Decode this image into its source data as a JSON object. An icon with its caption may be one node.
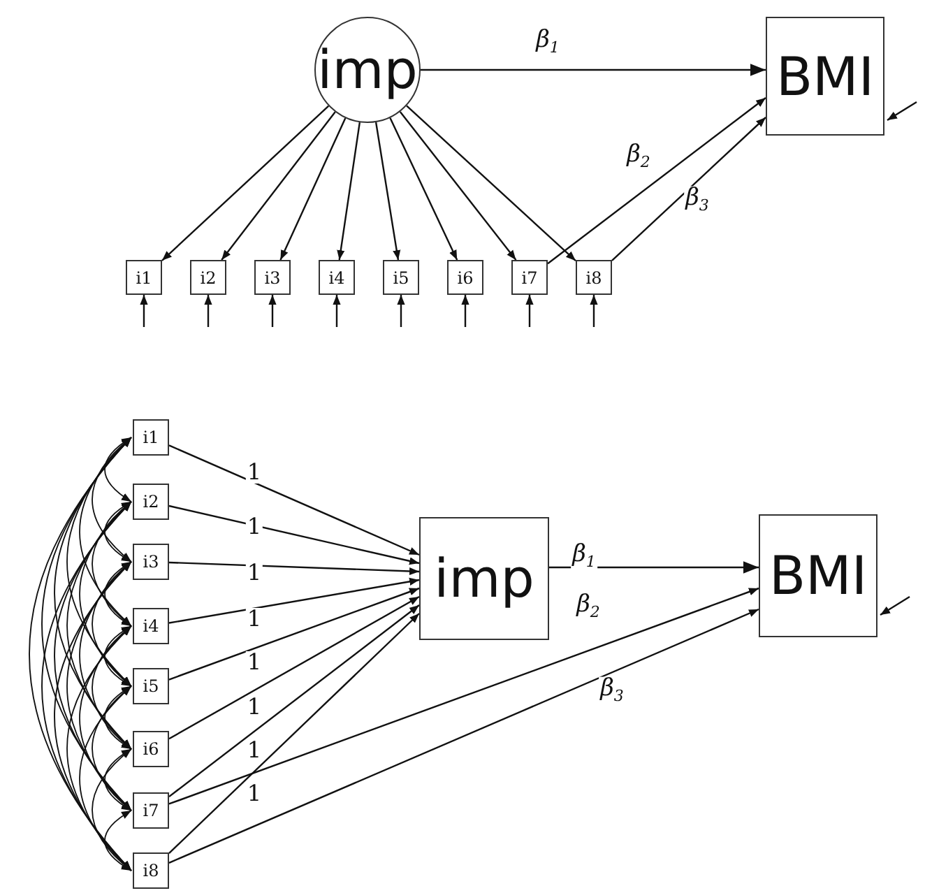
{
  "diagram": {
    "nodes": [
      {
        "text": [
          "imp"
        ]
      },
      {
        "text": [
          "BMI"
        ]
      },
      {
        "text": [
          "i1"
        ]
      },
      {
        "text": [
          "i2"
        ]
      },
      {
        "text": [
          "i3"
        ]
      },
      {
        "text": [
          "i4"
        ]
      },
      {
        "text": [
          "i5"
        ]
      },
      {
        "text": [
          "i6"
        ]
      },
      {
        "text": [
          "i7"
        ]
      },
      {
        "text": [
          "i8"
        ]
      },
      {
        "text": [
          "i1"
        ]
      },
      {
        "text": [
          "i2"
        ]
      },
      {
        "text": [
          "i3"
        ]
      },
      {
        "text": [
          "i4"
        ]
      },
      {
        "text": [
          "i5"
        ]
      },
      {
        "text": [
          "i6"
        ]
      },
      {
        "text": [
          "i7"
        ]
      },
      {
        "text": [
          "i8"
        ]
      },
      {
        "text": [
          "imp"
        ]
      },
      {
        "text": [
          "BMI"
        ]
      }
    ],
    "edges": [
      {
        "from": 0,
        "to": 1,
        "arrow": "to",
        "label": "β$_{1}$"
      },
      {
        "from": 0,
        "to": 2,
        "arrow": "to"
      },
      {
        "from": 0,
        "to": 3,
        "arrow": "to"
      },
      {
        "from": 0,
        "to": 4,
        "arrow": "to"
      },
      {
        "from": 0,
        "to": 5,
        "arrow": "to"
      },
      {
        "from": 0,
        "to": 6,
        "arrow": "to"
      },
      {
        "from": 0,
        "to": 7,
        "arrow": "to"
      },
      {
        "from": 0,
        "to": 8,
        "arrow": "to"
      },
      {
        "from": 0,
        "to": 9,
        "arrow": "to"
      },
      {
        "from": 8,
        "to": 1,
        "arrow": "to",
        "label": "β$_{2}$"
      },
      {
        "from": 9,
        "to": 1,
        "arrow": "to",
        "label": "β$_{3}$"
      },
      {
        "from": null,
        "to": 2,
        "arrow": "to"
      },
      {
        "from": null,
        "to": 3,
        "arrow": "to"
      },
      {
        "from": null,
        "to": 4,
        "arrow": "to"
      },
      {
        "from": null,
        "to": 5,
        "arrow": "to"
      },
      {
        "from": null,
        "to": 6,
        "arrow": "to"
      },
      {
        "from": null,
        "to": 7,
        "arrow": "to"
      },
      {
        "from": null,
        "to": 8,
        "arrow": "to"
      },
      {
        "from": null,
        "to": 9,
        "arrow": "to"
      },
      {
        "from": null,
        "to": 1,
        "arrow": "to"
      },
      {
        "from": 10,
        "to": 18,
        "arrow": "to",
        "label": "1"
      },
      {
        "from": 11,
        "to": 18,
        "arrow": "to",
        "label": "1"
      },
      {
        "from": 12,
        "to": 18,
        "arrow": "to",
        "label": "1"
      },
      {
        "from": 13,
        "to": 18,
        "arrow": "to",
        "label": "1"
      },
      {
        "from": 14,
        "to": 18,
        "arrow": "to",
        "label": "1"
      },
      {
        "from": 15,
        "to": 18,
        "arrow": "to",
        "label": "1"
      },
      {
        "from": 16,
        "to": 18,
        "arrow": "to",
        "label": "1"
      },
      {
        "from": 17,
        "to": 18,
        "arrow": "to",
        "label": "1"
      },
      {
        "from": 18,
        "to": 19,
        "arrow": "to",
        "label": "β$_{1}$"
      },
      {
        "from": 16,
        "to": 19,
        "arrow": "to",
        "label": "β$_{2}$"
      },
      {
        "from": 17,
        "to": 19,
        "arrow": "to",
        "label": "β$_{3}$"
      },
      {
        "from": null,
        "to": 19,
        "arrow": "to"
      },
      {
        "from": 10,
        "to": 11,
        "arrow": "both"
      },
      {
        "from": 10,
        "to": 12,
        "arrow": "both"
      },
      {
        "from": 10,
        "to": 13,
        "arrow": "both"
      },
      {
        "from": 10,
        "to": 14,
        "arrow": "both"
      },
      {
        "from": 10,
        "to": 15,
        "arrow": "both"
      },
      {
        "from": 10,
        "to": 16,
        "arrow": "both"
      },
      {
        "from": 10,
        "to": 17,
        "arrow": "both"
      },
      {
        "from": 11,
        "to": 12,
        "arrow": "both"
      },
      {
        "from": 11,
        "to": 13,
        "arrow": "both"
      },
      {
        "from": 11,
        "to": 14,
        "arrow": "both"
      },
      {
        "from": 11,
        "to": 15,
        "arrow": "both"
      },
      {
        "from": 11,
        "to": 16,
        "arrow": "both"
      },
      {
        "from": 11,
        "to": 17,
        "arrow": "both"
      },
      {
        "from": 12,
        "to": 13,
        "arrow": "both"
      },
      {
        "from": 12,
        "to": 14,
        "arrow": "both"
      },
      {
        "from": 12,
        "to": 15,
        "arrow": "both"
      },
      {
        "from": 12,
        "to": 16,
        "arrow": "both"
      },
      {
        "from": 12,
        "to": 17,
        "arrow": "both"
      },
      {
        "from": 13,
        "to": 14,
        "arrow": "both"
      },
      {
        "from": 13,
        "to": 15,
        "arrow": "both"
      },
      {
        "from": 13,
        "to": 16,
        "arrow": "both"
      },
      {
        "from": 13,
        "to": 17,
        "arrow": "both"
      },
      {
        "from": 14,
        "to": 15,
        "arrow": "both"
      },
      {
        "from": 14,
        "to": 16,
        "arrow": "both"
      },
      {
        "from": 14,
        "to": 17,
        "arrow": "both"
      },
      {
        "from": 15,
        "to": 16,
        "arrow": "both"
      },
      {
        "from": 15,
        "to": 17,
        "arrow": "both"
      },
      {
        "from": 16,
        "to": 17,
        "arrow": "both"
      }
    ]
  }
}
